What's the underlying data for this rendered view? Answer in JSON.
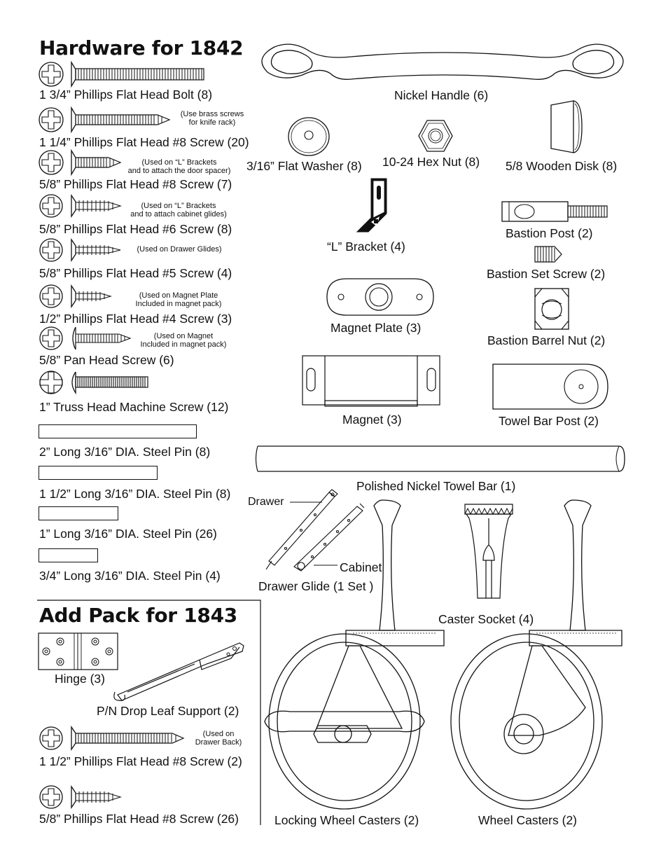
{
  "titles": {
    "hardware": "Hardware for 1842",
    "addpack": "Add Pack for 1843"
  },
  "left": [
    {
      "label": "1 3/4” Phillips Flat Head Bolt (8)",
      "note": ""
    },
    {
      "label": "1 1/4” Phillips Flat Head #8 Screw (20)",
      "note1": "(Use brass screws",
      "note2": "for knife rack)"
    },
    {
      "label": "5/8” Phillips Flat Head #8 Screw (7)",
      "note1": "(Used on “L” Brackets",
      "note2": "and to attach the door spacer)"
    },
    {
      "label": "5/8” Phillips Flat Head #6 Screw (8)",
      "note1": "(Used on “L” Brackets",
      "note2": "and to attach cabinet glides)"
    },
    {
      "label": "5/8” Phillips Flat Head #5 Screw (4)",
      "note1": "(Used on Drawer Glides)"
    },
    {
      "label": "1/2” Phillips Flat Head #4 Screw (3)",
      "note1": "(Used on Magnet Plate",
      "note2": "Included in magnet  pack)"
    },
    {
      "label": "5/8” Pan Head Screw (6)",
      "note1": "(Used on Magnet",
      "note2": "Included in magnet pack)"
    },
    {
      "label": "1” Truss Head Machine Screw (12)"
    },
    {
      "label": "2” Long 3/16” DIA. Steel Pin (8)"
    },
    {
      "label": "1 1/2” Long 3/16” DIA. Steel Pin (8)"
    },
    {
      "label": "1” Long 3/16” DIA. Steel Pin (26)"
    },
    {
      "label": "3/4” Long 3/16” DIA. Steel Pin (4)"
    }
  ],
  "addpack": {
    "hinge": "Hinge (3)",
    "support": "P/N Drop Leaf Support (2)",
    "screw1": "1 1/2” Phillips Flat Head #8 Screw (2)",
    "screw1_note1": "(Used on",
    "screw1_note2": "Drawer Back)",
    "screw2": "5/8” Phillips Flat Head #8 Screw (26)"
  },
  "right": {
    "handle": "Nickel Handle (6)",
    "washer": "3/16” Flat Washer (8)",
    "hexnut": "10-24 Hex Nut (8)",
    "disk": "5/8 Wooden Disk (8)",
    "bracket": "“L” Bracket (4)",
    "bastion_post": "Bastion Post (2)",
    "bastion_set": "Bastion Set Screw (2)",
    "magnet_plate": "Magnet Plate (3)",
    "barrel_nut": "Bastion Barrel Nut (2)",
    "magnet": "Magnet (3)",
    "towel_post": "Towel Bar Post (2)",
    "towel_bar": "Polished Nickel Towel Bar (1)",
    "drawer": "Drawer",
    "cabinet": "Cabinet",
    "glide": "Drawer Glide (1 Set )",
    "caster_socket": "Caster Socket (4)",
    "locking": "Locking Wheel Casters (2)",
    "wheel": "Wheel Casters (2)"
  }
}
